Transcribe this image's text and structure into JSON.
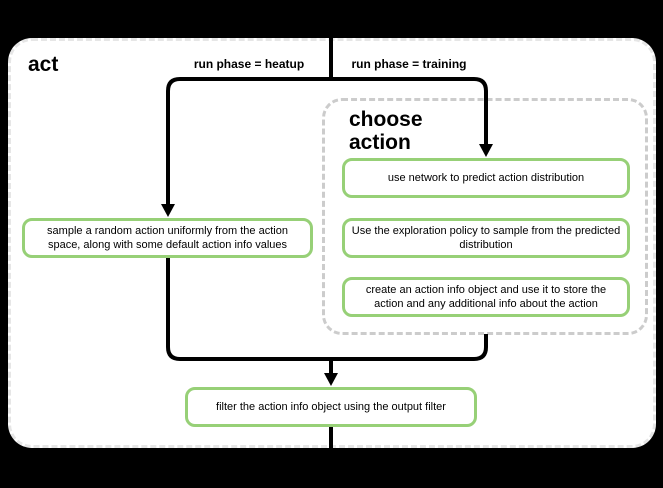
{
  "title": "act",
  "branches": {
    "heatup_label": "run phase = heatup",
    "training_label": "run phase = training"
  },
  "group": {
    "title": "choose action"
  },
  "nodes": {
    "sample_random": "sample a random action uniformly from the action space, along with some default action info values",
    "use_network": "use network to predict action distribution",
    "exploration_policy": "Use the exploration policy to sample from the predicted distribution",
    "create_action_info": "create an action info object and use it to store the action and any additional info about the action",
    "filter_output": "filter the action info object using the output filter"
  },
  "colors": {
    "background": "#000000",
    "container_fill": "#ffffff",
    "container_border": "#e6e6e6",
    "group_border": "#cccccc",
    "node_border": "#97d077",
    "node_fill": "#ffffff",
    "arrow": "#000000",
    "text": "#000000"
  }
}
